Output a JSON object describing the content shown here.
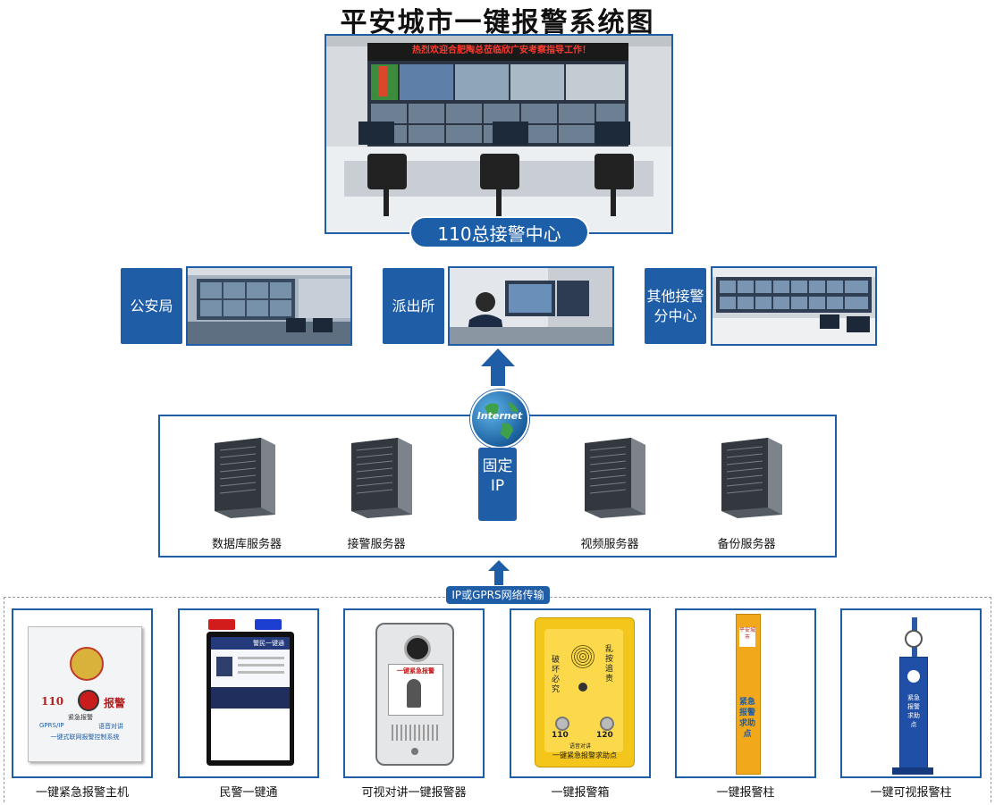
{
  "title": "平安城市一键报警系统图",
  "center": {
    "label": "110总接警中心",
    "banner": "热烈欢迎合肥陶总莅临欣广安考察指导工作！"
  },
  "substations": [
    {
      "label": "公安局"
    },
    {
      "label": "派出所"
    },
    {
      "label": "其他接警分中心"
    }
  ],
  "network": {
    "internet": "Internet",
    "fixed_phone": "固定IP",
    "transport": "IP或GPRS网络传输"
  },
  "servers": [
    {
      "label": "数据库服务器"
    },
    {
      "label": "接警服务器"
    },
    {
      "label": "视频服务器"
    },
    {
      "label": "备份服务器"
    }
  ],
  "devices": [
    {
      "label": "一键紧急报警主机",
      "text_110": "110",
      "text_alarm": "报警",
      "text_btn": "紧急报警",
      "text_net": "GPRS/IP",
      "text_talk": "语音对讲",
      "text_sys": "一键式联网报警控制系统"
    },
    {
      "label": "民警一键通",
      "text_head": "警民一键通"
    },
    {
      "label": "可视对讲一键报警器",
      "text_screen": "一键紧急报警"
    },
    {
      "label": "一键报警箱",
      "text_left": "破坏必究",
      "text_right": "乱按追责",
      "text_110": "110",
      "text_120": "120",
      "text_talk": "语音对讲",
      "text_bottom": "一键紧急报警求助点"
    },
    {
      "label": "一键报警柱",
      "text_top": "平安城市",
      "text_mid": "紧急报警求助点"
    },
    {
      "label": "一键可视报警柱",
      "text_mid": "紧急报警求助点"
    }
  ],
  "colors": {
    "accent": "#1f5da6",
    "arrow": "#1f5da6",
    "box_yellow": "#f4c51b"
  }
}
